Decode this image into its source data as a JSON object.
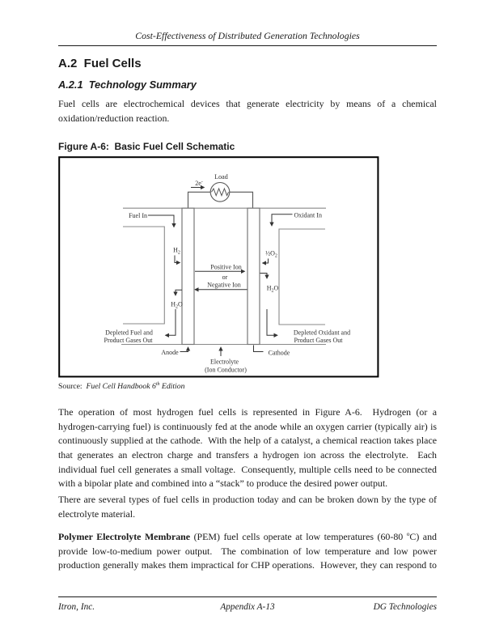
{
  "header": {
    "title": "Cost-Effectiveness of Distributed Generation Technologies"
  },
  "section": {
    "heading": "A.2  Fuel Cells",
    "subheading": "A.2.1  Technology Summary"
  },
  "intro": "Fuel cells are electrochemical devices that generate electricity by means of a chemical oxidation/reduction reaction.",
  "figure": {
    "caption": "Figure A-6:  Basic Fuel Cell Schematic",
    "source": {
      "label": "Source:",
      "title_main": "  Fuel Cell Handbook 6",
      "title_sup": "th",
      "title_rest": " Edition"
    },
    "diagram": {
      "load": "Load",
      "electrons": {
        "b": "2e",
        "s": "-"
      },
      "fuel_in": "Fuel In",
      "oxidant_in": "Oxidant In",
      "h2": {
        "b": "H",
        "s": "2"
      },
      "half_o2": {
        "b": "½O",
        "s": "2"
      },
      "h2o": {
        "b": "H",
        "s": "2",
        "r": "O"
      },
      "positive_ion": "Positive Ion",
      "or": "or",
      "negative_ion": "Negative Ion",
      "depleted_fuel_1": "Depleted Fuel and",
      "depleted_fuel_2": "Product Gases Out",
      "depleted_oxidant_1": "Depleted Oxidant and",
      "depleted_oxidant_2": "Product Gases Out",
      "anode": "Anode",
      "cathode": "Cathode",
      "electrolyte_1": "Electrolyte",
      "electrolyte_2": "(Ion Conductor)"
    }
  },
  "paragraphs": {
    "p1": "The operation of most hydrogen fuel cells is represented in Figure A-6.  Hydrogen (or a hydrogen-carrying fuel) is continuously fed at the anode while an oxygen carrier (typically air) is continuously supplied at the cathode.  With the help of a catalyst, a chemical reaction takes place that generates an electron charge and transfers a hydrogen ion across the electrolyte.  Each individual fuel cell generates a small voltage.  Consequently, multiple cells need to be connected with a bipolar plate and combined into a “stack” to produce the desired power output.",
    "p2": "There are several types of fuel cells in production today and can be broken down by the type of electrolyte material.",
    "p3": {
      "bold": "Polymer Electrolyte Membrane",
      "part1": " (PEM) fuel cells operate at low temperatures (60-80 ",
      "sup": "o",
      "part2": "C) and provide low-to-medium power output.  The combination of low temperature and low power production generally makes them impractical for CHP operations.  However, they can respond to"
    }
  },
  "footer": {
    "left": "Itron, Inc.",
    "center": "Appendix A-13",
    "right": "DG Technologies"
  }
}
